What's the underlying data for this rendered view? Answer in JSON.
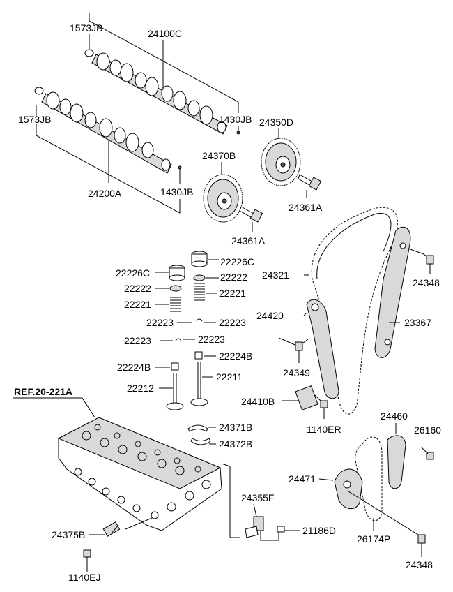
{
  "labels": {
    "p1573jb_top": "1573JB",
    "p24100c": "24100C",
    "p1430jb_top": "1430JB",
    "p24350d": "24350D",
    "p1573jb_left": "1573JB",
    "p24370b": "24370B",
    "p24200a": "24200A",
    "p1430jb_mid": "1430JB",
    "p24361a_top": "24361A",
    "p24361a_bot": "24361A",
    "p22226c_r": "22226C",
    "p22226c_l": "22226C",
    "p22222_r": "22222",
    "p22222_l": "22222",
    "p22221_r": "22221",
    "p22221_l": "22221",
    "p22223_1": "22223",
    "p22223_2": "22223",
    "p22223_3": "22223",
    "p22223_4": "22223",
    "p22224b_r": "22224B",
    "p22224b_l": "22224B",
    "p22212": "22212",
    "p22211": "22211",
    "p24321": "24321",
    "p24348_top": "24348",
    "p24420": "24420",
    "p23367": "23367",
    "p24349": "24349",
    "p24410b": "24410B",
    "p1140er": "1140ER",
    "ref": "REF.20-221A",
    "p24371b": "24371B",
    "p24372b": "24372B",
    "p24460": "24460",
    "p26160": "26160",
    "p24471": "24471",
    "p24355f": "24355F",
    "p21186d": "21186D",
    "p24375b": "24375B",
    "p26174p": "26174P",
    "p24348_bot": "24348",
    "p1140ej": "1140EJ"
  }
}
